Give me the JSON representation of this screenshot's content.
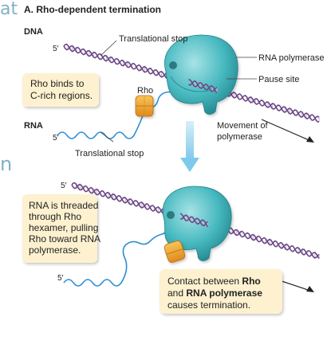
{
  "diagram": {
    "title": "A. Rho-dependent termination",
    "cutoff_left_text": {
      "top": "at",
      "bottom": "n"
    },
    "top_panel": {
      "dna_label": "DNA",
      "dna_five_prime": "5′",
      "translational_stop_top": "Translational stop",
      "rna_polymerase": "RNA polymerase",
      "pause_site": "Pause site",
      "rho_label": "Rho",
      "rna_label": "RNA",
      "rna_five_prime": "5′",
      "translational_stop_bottom": "Translational stop",
      "movement_line1": "Movement of",
      "movement_line2": "polymerase",
      "callout_lines": [
        "Rho binds to",
        "C-rich regions."
      ]
    },
    "bottom_panel": {
      "dna_five_prime": "5′",
      "rna_five_prime": "5′",
      "callout_left_lines": [
        "RNA is threaded",
        "through Rho",
        "hexamer, pulling",
        "Rho toward RNA",
        "polymerase."
      ],
      "callout_right": {
        "line1_pre": "Contact between ",
        "line1_bold": "Rho",
        "line2_pre": "and ",
        "line2_bold": "RNA polymerase",
        "line3": "causes termination."
      }
    }
  },
  "colors": {
    "dna_strand": "#6d4a86",
    "dna_rung": "#c9bcd6",
    "rna_strand": "#2b8fd3",
    "polymerase": "#46b8bf",
    "polymerase_dark": "#1f7f86",
    "rho": "#f0a02a",
    "callout_fill": "#fdf1cf",
    "arrow_down": "#9ed6ef"
  }
}
